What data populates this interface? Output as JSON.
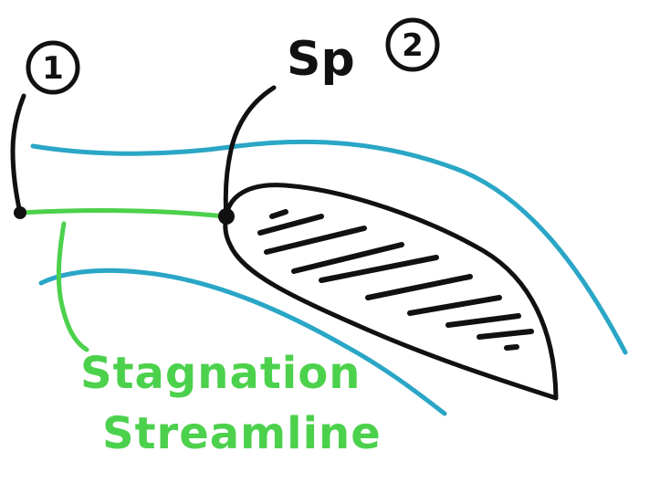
{
  "labels": {
    "point1": "1",
    "sp": "Sp",
    "point2": "2",
    "stagnation_line1": "Stagnation",
    "stagnation_line2": "Streamline"
  },
  "colors": {
    "background": "#ffffff",
    "ink": "#111111",
    "streamline_blue": "#2aa6c6",
    "stagnation_green": "#4cd14c"
  },
  "elements": {
    "airfoil": "airfoil-shape",
    "stagnation_point": "stagnation-point-dot",
    "upstream_point": "upstream-point-dot"
  }
}
